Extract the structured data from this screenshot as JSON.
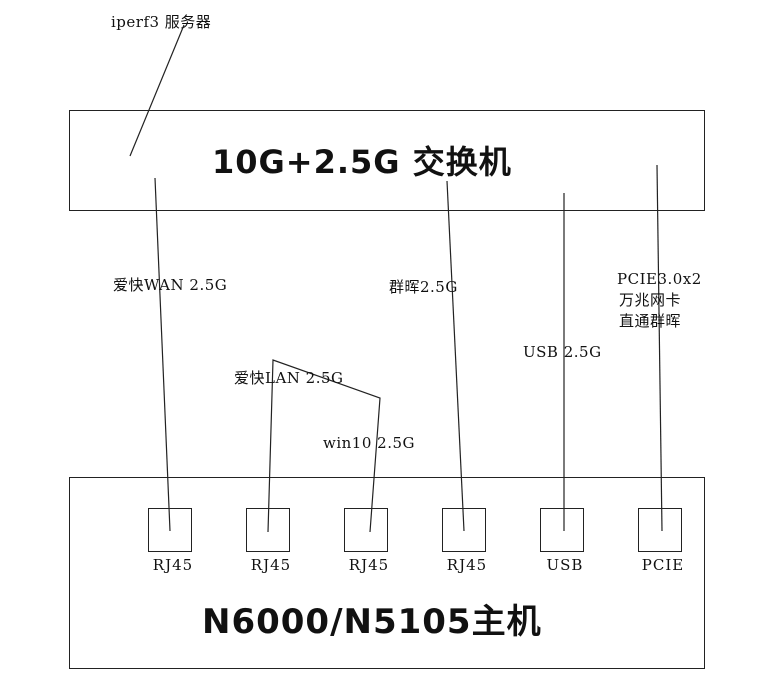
{
  "server_label": "iperf3 服务器",
  "switch": {
    "title": "10G+2.5G 交换机"
  },
  "host": {
    "title": "N6000/N5105主机"
  },
  "links": {
    "wan": "爱快WAN 2.5G",
    "lan": "爱快LAN 2.5G",
    "win10": "win10 2.5G",
    "synology": "群晖2.5G",
    "usb": "USB 2.5G",
    "pcie_line1": "PCIE3.0x2",
    "pcie_line2": "万兆网卡",
    "pcie_line3": "直通群晖"
  },
  "ports": [
    "RJ45",
    "RJ45",
    "RJ45",
    "RJ45",
    "USB",
    "PCIE"
  ]
}
